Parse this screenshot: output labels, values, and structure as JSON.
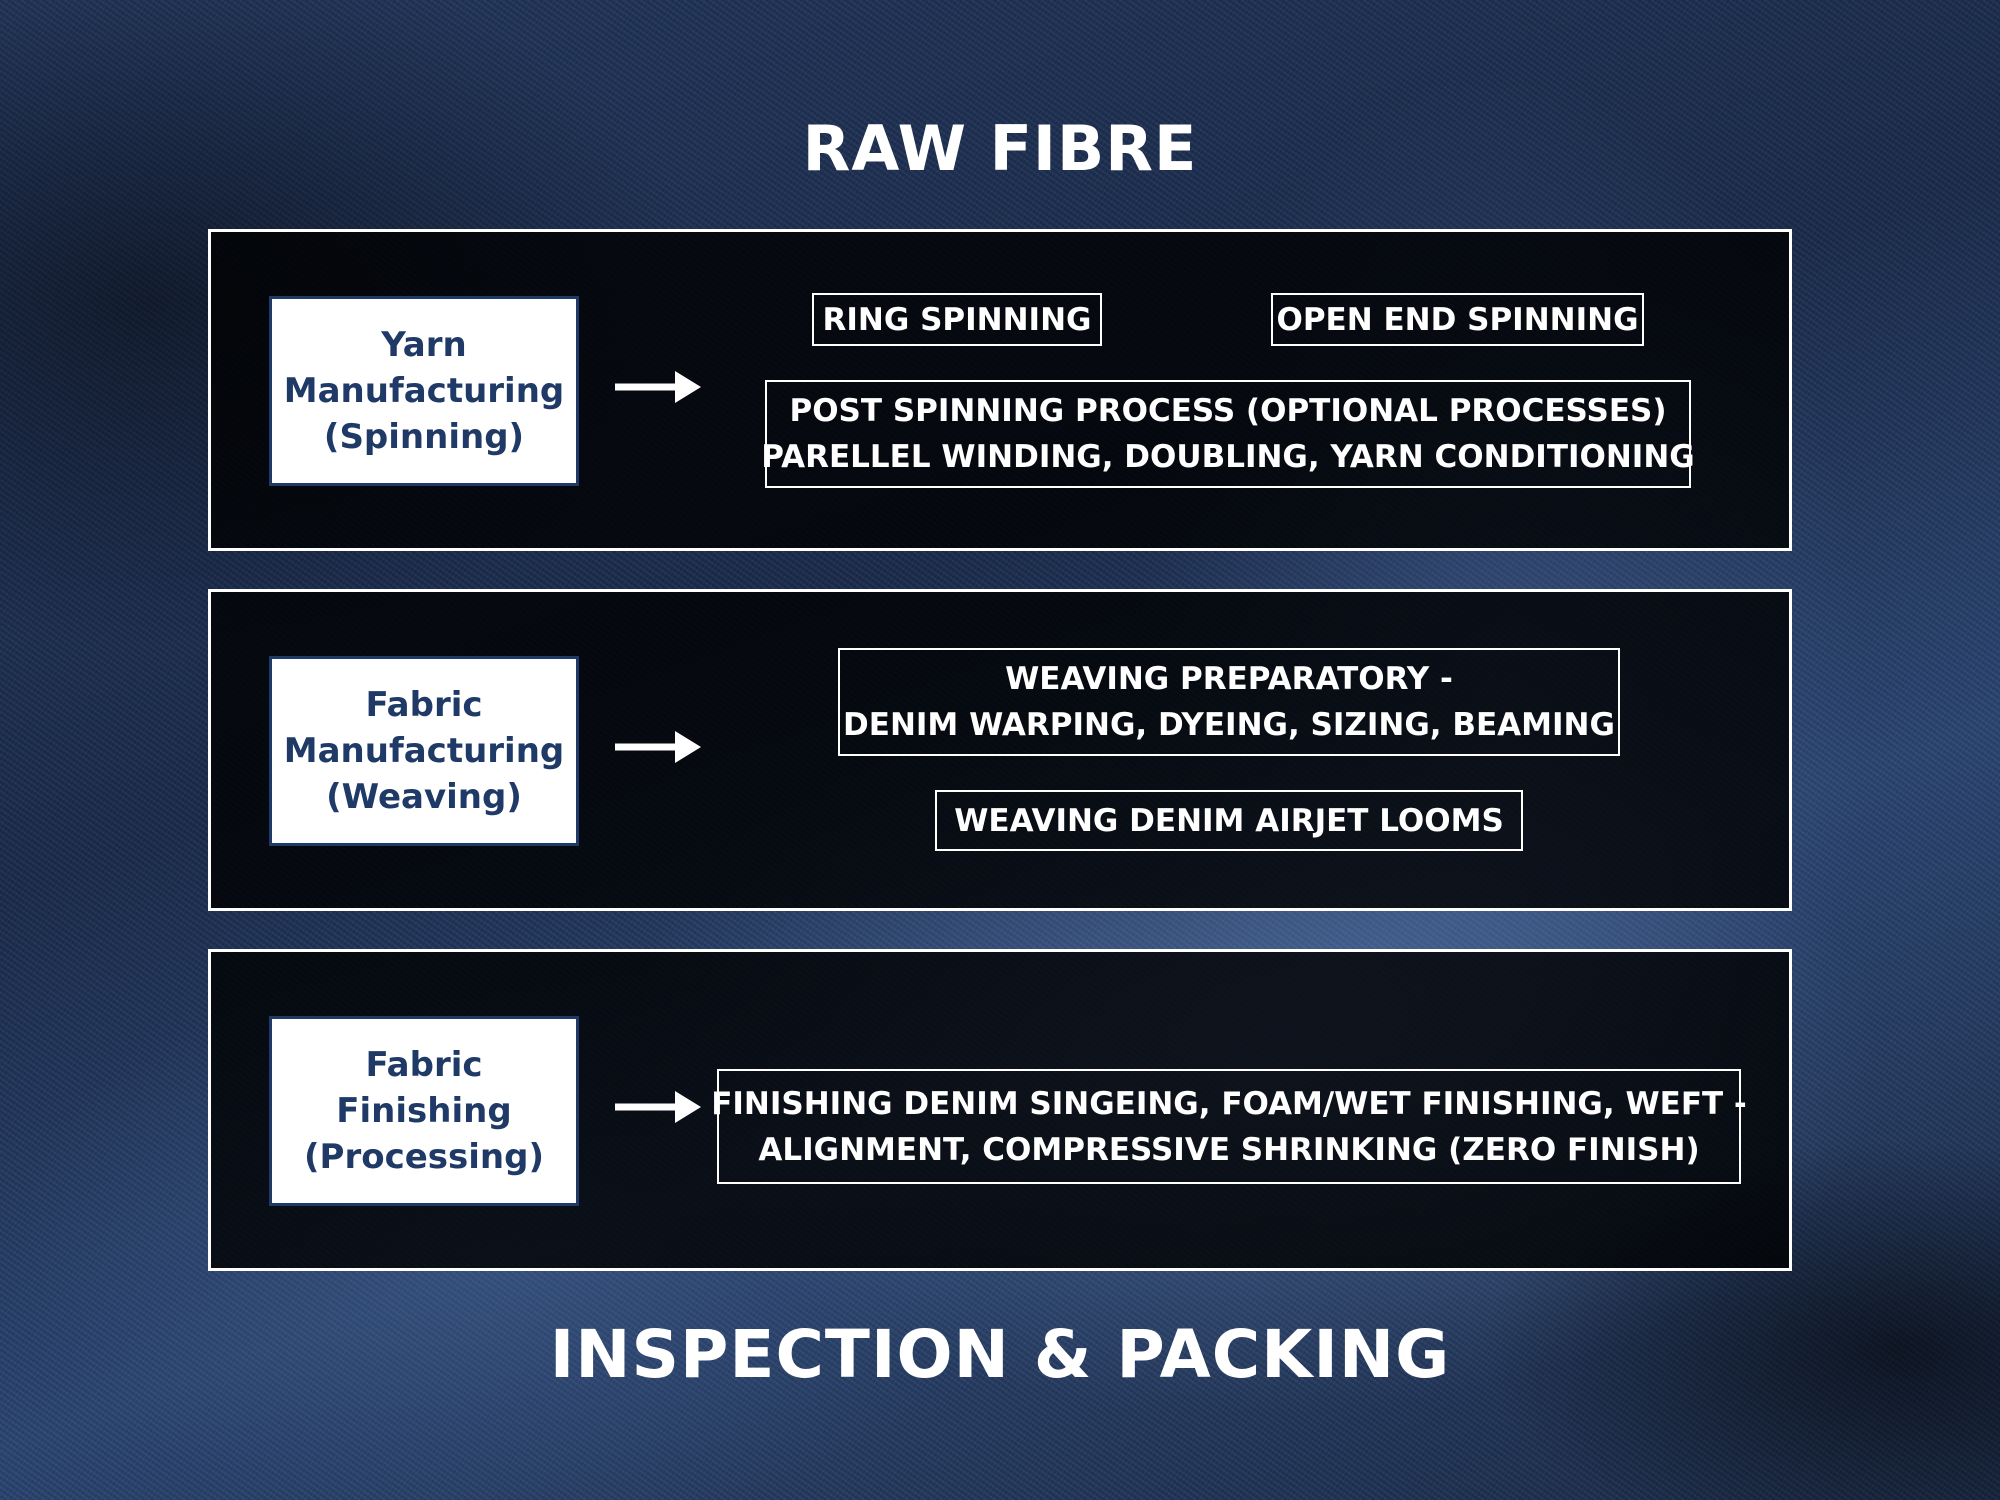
{
  "title_top": "RAW FIBRE",
  "title_bottom": "INSPECTION & PACKING",
  "stages": [
    {
      "label_lines": [
        "Yarn",
        "Manufacturing",
        "(Spinning)"
      ],
      "steps": [
        {
          "lines": [
            "RING SPINNING"
          ]
        },
        {
          "lines": [
            "OPEN END SPINNING"
          ]
        },
        {
          "lines": [
            "POST SPINNING PROCESS (OPTIONAL PROCESSES)",
            "PARELLEL WINDING, DOUBLING, YARN CONDITIONING"
          ]
        }
      ]
    },
    {
      "label_lines": [
        "Fabric",
        "Manufacturing",
        "(Weaving)"
      ],
      "steps": [
        {
          "lines": [
            "WEAVING PREPARATORY -",
            "DENIM WARPING, DYEING, SIZING, BEAMING"
          ]
        },
        {
          "lines": [
            "WEAVING DENIM AIRJET LOOMS"
          ]
        }
      ]
    },
    {
      "label_lines": [
        "Fabric",
        "Finishing",
        "(Processing)"
      ],
      "steps": [
        {
          "lines": [
            "FINISHING DENIM SINGEING, FOAM/WET FINISHING, WEFT -",
            "ALIGNMENT, COMPRESSIVE SHRINKING (ZERO FINISH)"
          ]
        }
      ]
    }
  ],
  "arrow_icon": "right-arrow-icon",
  "colors": {
    "label_text": "#1f3a66",
    "label_border": "#1f3a66",
    "panel_border": "#ffffff",
    "text_light": "#ffffff"
  }
}
